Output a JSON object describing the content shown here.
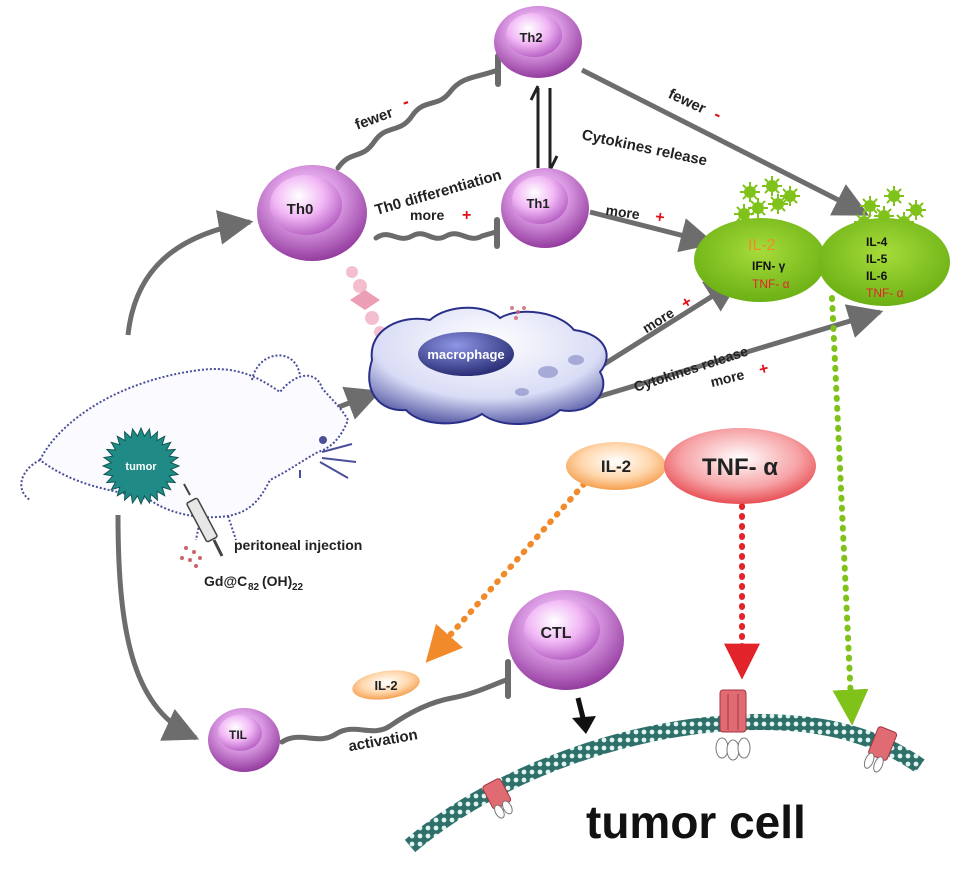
{
  "cells": {
    "th0": "Th0",
    "th1": "Th1",
    "th2": "Th2",
    "ctl": "CTL",
    "til": "TIL",
    "macrophage": "macrophage",
    "tumor": "tumor"
  },
  "labels": {
    "fewer_th2": "fewer",
    "fewer_th2_sign": "-",
    "th0_differentiation": "Th0 differentiation",
    "more_th1": "more",
    "more_th1_sign": "+",
    "cytokines_release_top": "Cytokines release",
    "fewer_right": "fewer",
    "fewer_right_sign": "-",
    "more_th1_out": "more",
    "more_th1_out_sign": "+",
    "more_mac_1": "more",
    "more_mac_1_sign": "+",
    "cytokines_release_mac": "Cytokines release",
    "more_mac_2": "more",
    "more_mac_2_sign": "+",
    "peritoneal_injection": "peritoneal injection",
    "compound_prefix": "Gd@C",
    "compound_sub1": "82",
    "compound_mid": "(OH)",
    "compound_sub2": "22",
    "activation": "activation",
    "tumor_cell": "tumor cell"
  },
  "cytokines": {
    "th1_group": [
      "IL-2",
      "IFN- γ",
      "TNF- α"
    ],
    "th2_group": [
      "IL-4",
      "IL-5",
      "IL-6",
      "TNF- α"
    ],
    "il2_pill": "IL-2",
    "tnf_pill": "TNF- α",
    "il2_small": "IL-2"
  },
  "colors": {
    "cell_purple": "#c76ad0",
    "cytokine_green": "#7fc21a",
    "il2_orange": "#f08a2a",
    "tnf_red": "#e2232a",
    "macrophage_blue": "#2a2f8a",
    "tumor_teal": "#1f8a86",
    "membrane_teal": "#2f6f6a",
    "arrow_grey": "#6d6d6d"
  }
}
